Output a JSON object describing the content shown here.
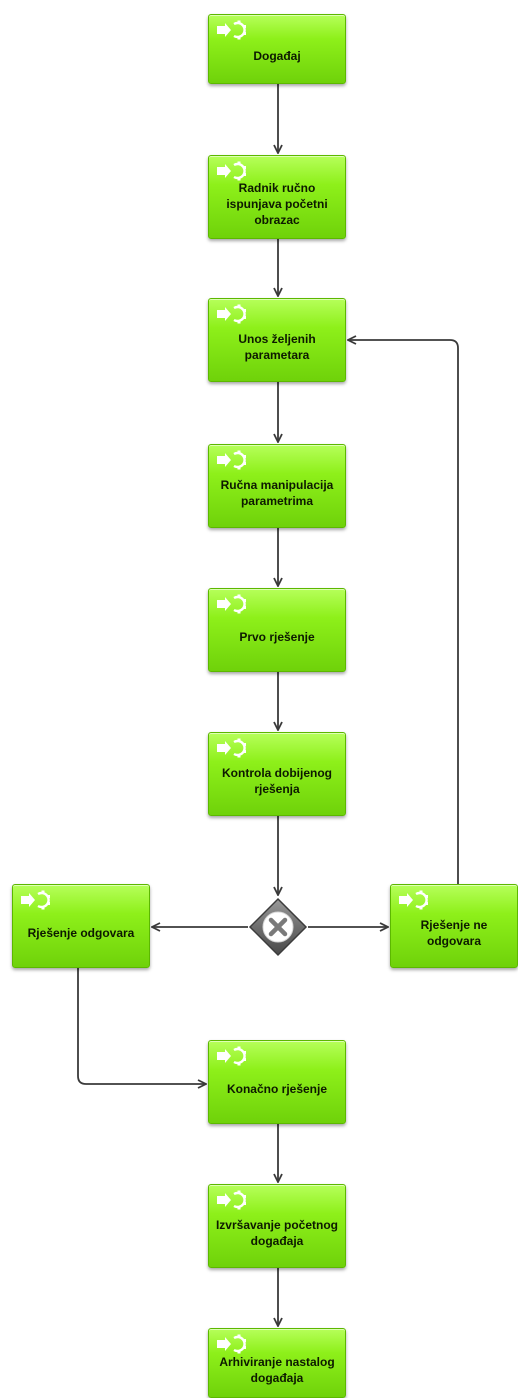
{
  "diagram": {
    "tasks": {
      "dogadjaj": "Događaj",
      "radnik": "Radnik ručno ispunjava početni obrazac",
      "unos": "Unos željenih parametara",
      "rucna": "Ručna manipulacija parametrima",
      "prvo": "Prvo rješenje",
      "kontrola": "Kontrola dobijenog rješenja",
      "odgovara": "Rješenje odgovara",
      "ne_odgovara": "Rješenje ne odgovara",
      "konacno": "Konačno rješenje",
      "izvrsavanje": "Izvršavanje početnog događaja",
      "arhiviranje": "Arhiviranje nastalog događaja"
    },
    "task_icon": "gear-arrow-icon",
    "gateway_icon": "exclusive-gateway-x-icon",
    "colors": {
      "task_fill": "#8ef01a",
      "task_border": "#5cb800",
      "connector": "#3a3a3a",
      "gateway": "#6e6e6e"
    }
  }
}
